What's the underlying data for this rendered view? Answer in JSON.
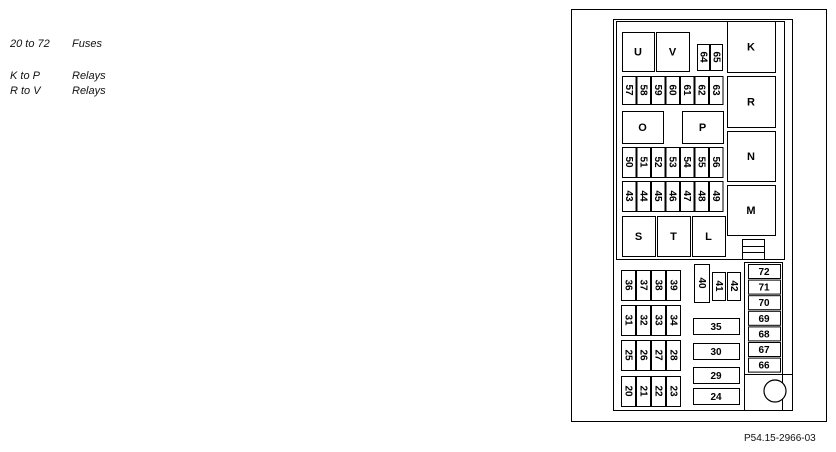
{
  "legend": [
    {
      "key": "20 to 72",
      "value": "Fuses"
    },
    {
      "key": "K to P",
      "value": "Relays"
    },
    {
      "key": "R to V",
      "value": "Relays"
    }
  ],
  "relays": [
    "U",
    "V",
    "K",
    "R",
    "O",
    "P",
    "N",
    "M",
    "S",
    "T",
    "L"
  ],
  "fuses": {
    "top_small": [
      "64",
      "65"
    ],
    "row_57_63": [
      "57",
      "58",
      "59",
      "60",
      "61",
      "62",
      "63"
    ],
    "row_50_56": [
      "50",
      "51",
      "52",
      "53",
      "54",
      "55",
      "56"
    ],
    "row_43_49": [
      "43",
      "44",
      "45",
      "46",
      "47",
      "48",
      "49"
    ],
    "row_36_39": [
      "36",
      "37",
      "38",
      "39"
    ],
    "mid_vertical": [
      "40",
      "41",
      "42"
    ],
    "row_31_34": [
      "31",
      "32",
      "33",
      "34"
    ],
    "row_25_28": [
      "25",
      "26",
      "27",
      "28"
    ],
    "row_20_23": [
      "20",
      "21",
      "22",
      "23"
    ],
    "horizontal": [
      "35",
      "30",
      "29",
      "24"
    ],
    "right_stack": [
      "72",
      "71",
      "70",
      "69",
      "68",
      "67",
      "66"
    ]
  },
  "reference": "P54.15-2966-03"
}
